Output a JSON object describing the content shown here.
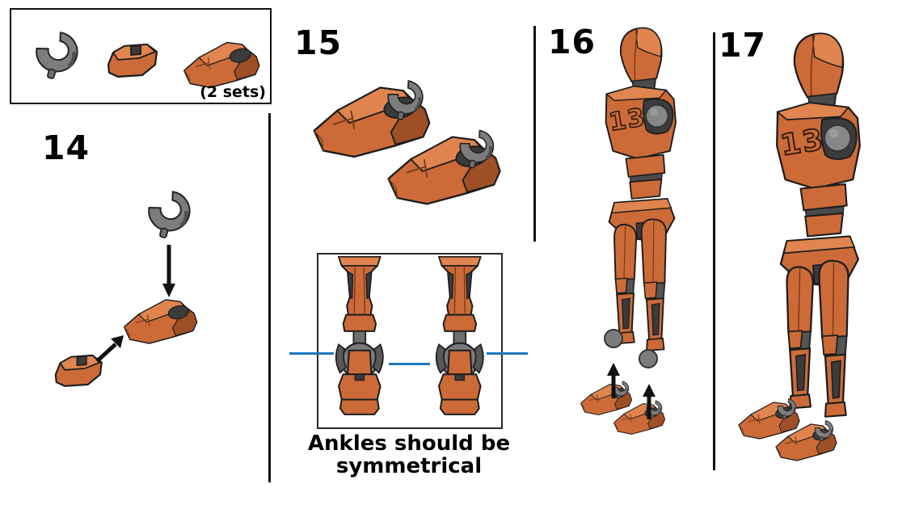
{
  "colors": {
    "orange": "#CC6B38",
    "orange_light": "#E0854F",
    "orange_dark": "#9E4F26",
    "gray_part": "#7D7D7D",
    "gray_dark": "#4A4A4A",
    "cavity_gray": "#3B3B3B",
    "outline": "#1C1C1C",
    "guide_line_blue": "#1F78BE",
    "divider_black": "#111111",
    "background": "#FFFFFF",
    "text": "#000000"
  },
  "parts_box": {
    "note": "(2 sets)"
  },
  "steps": {
    "s14": {
      "label": "14"
    },
    "s15": {
      "label": "15"
    },
    "s16": {
      "label": "16"
    },
    "s17": {
      "label": "17"
    }
  },
  "figure": {
    "chest_marking": "13"
  },
  "ankle_note": {
    "line1": "Ankles should be",
    "line2": "symmetrical"
  }
}
